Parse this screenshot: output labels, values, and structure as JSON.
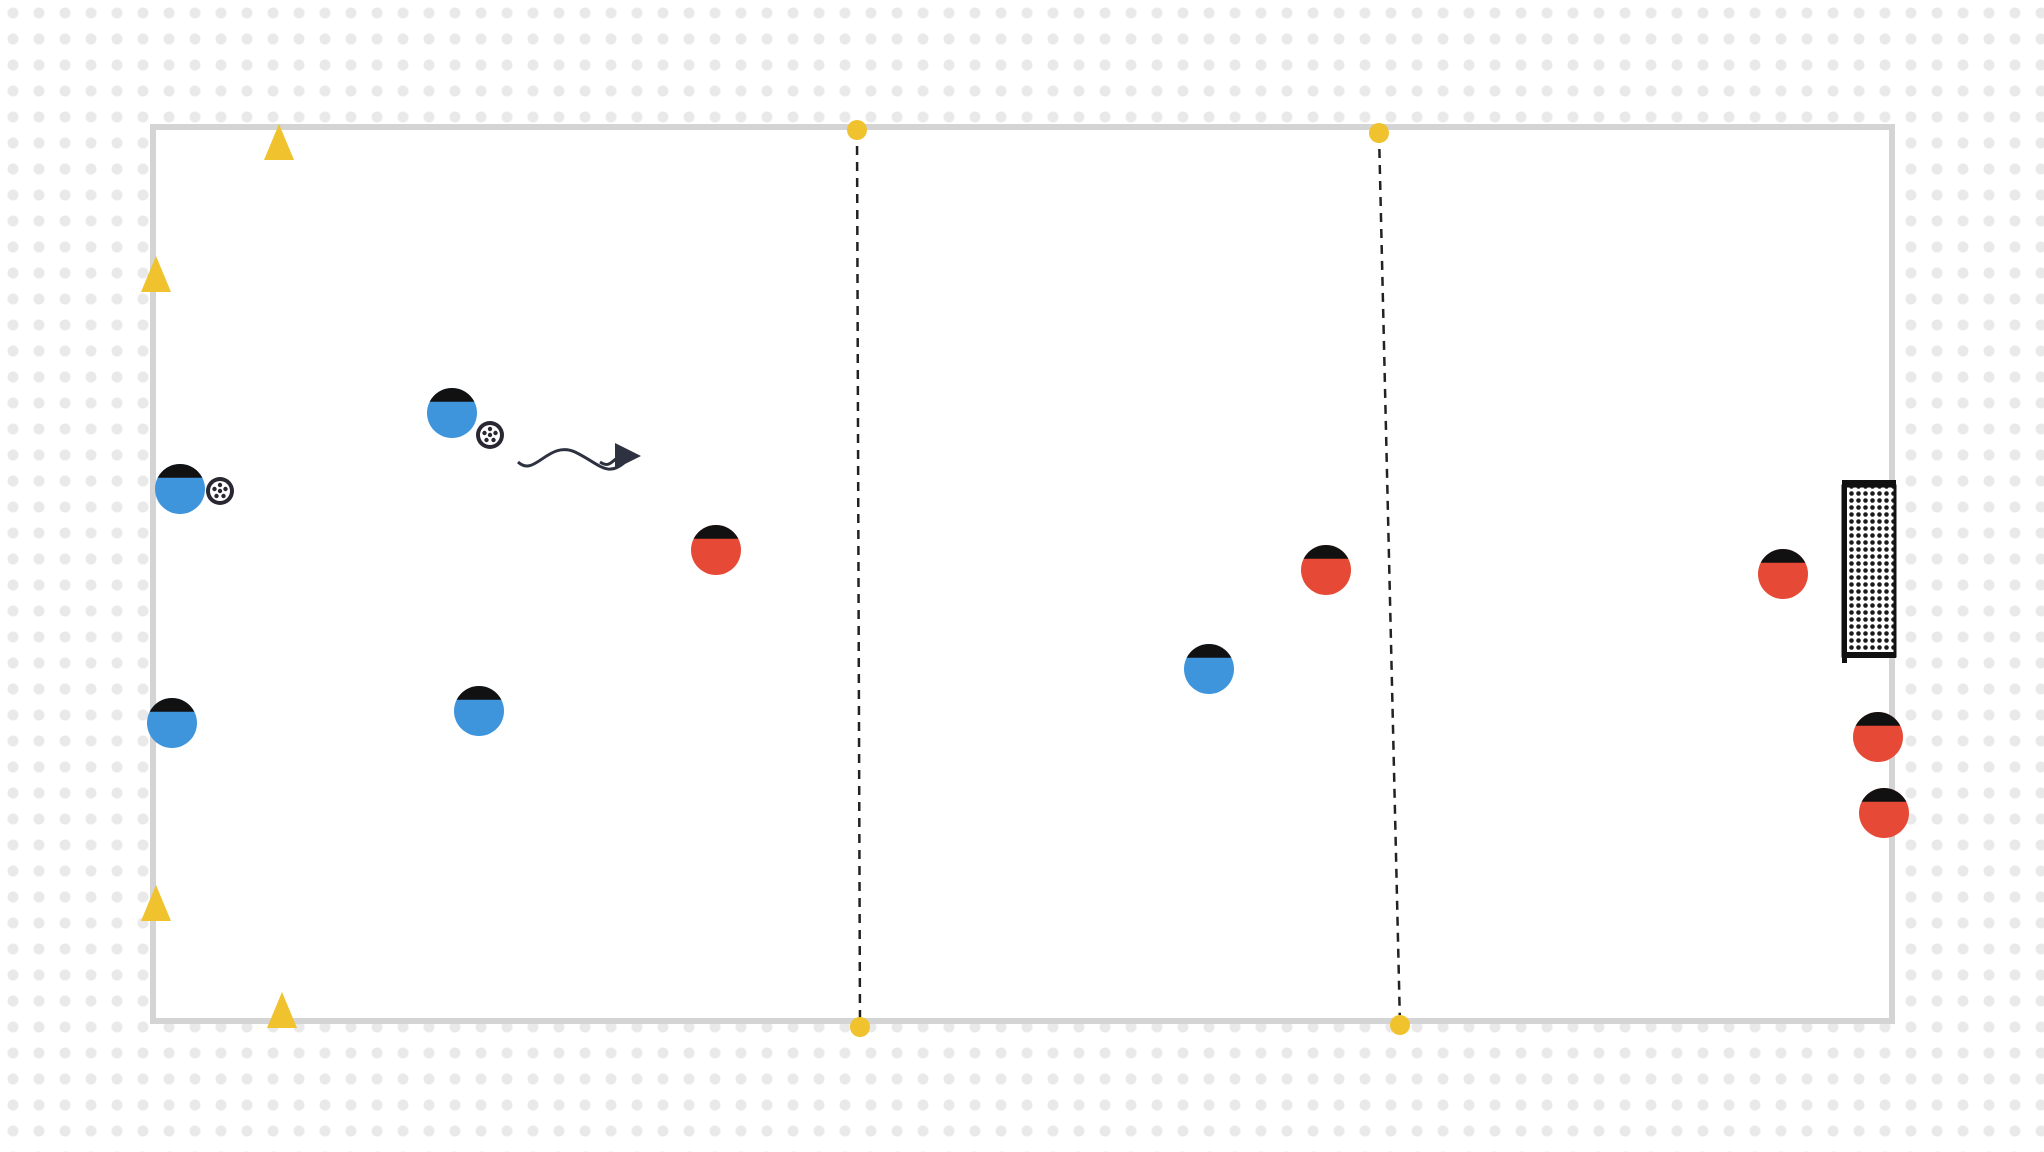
{
  "colors": {
    "pitch_line": "#d4d4d4",
    "cone": "#efc22e",
    "marker_dot": "#efc22e",
    "team_blue": "#3f95dc",
    "team_red": "#e64a36",
    "player_cap": "#111111",
    "dashed_line": "#222222",
    "arrow": "#2e3240",
    "goal": "#111111"
  },
  "pitch": {
    "zones": 3
  },
  "items": {
    "cones": [
      {
        "name": "cone-top-left-1"
      },
      {
        "name": "cone-left-1"
      },
      {
        "name": "cone-left-2"
      },
      {
        "name": "cone-bottom-left-1"
      }
    ],
    "markers": [
      {
        "name": "marker-top-1"
      },
      {
        "name": "marker-top-2"
      },
      {
        "name": "marker-bottom-1"
      },
      {
        "name": "marker-bottom-2"
      }
    ],
    "players": [
      {
        "team": "blue",
        "has_ball": true
      },
      {
        "team": "blue",
        "has_ball": true
      },
      {
        "team": "blue",
        "has_ball": false
      },
      {
        "team": "blue",
        "has_ball": false
      },
      {
        "team": "blue",
        "has_ball": false
      },
      {
        "team": "red",
        "has_ball": false
      },
      {
        "team": "red",
        "has_ball": false
      },
      {
        "team": "red",
        "has_ball": false
      },
      {
        "team": "red",
        "has_ball": false
      },
      {
        "team": "red",
        "has_ball": false
      }
    ],
    "dribble_arrow": {
      "icon": "dribble-arrow-icon"
    },
    "goal": {
      "icon": "goal-net-icon"
    }
  }
}
